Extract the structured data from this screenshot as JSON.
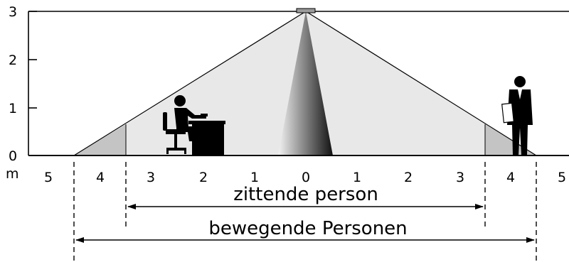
{
  "y_axis": {
    "ticks": [
      "0",
      "1",
      "2",
      "3"
    ],
    "unit": "m"
  },
  "x_axis": {
    "ticks": [
      "5",
      "4",
      "3",
      "2",
      "1",
      "0",
      "1",
      "2",
      "3",
      "4",
      "5"
    ]
  },
  "ranges": {
    "seated": {
      "label": "zittende person",
      "radius_m": 3.5
    },
    "moving": {
      "label": "bewegende Personen",
      "radius_m": 4.5
    }
  },
  "sensor_mount_height_m": 3,
  "colors": {
    "outer_zone": "#c4c4c4",
    "inner_zone": "#e8e8e8",
    "line": "#000000"
  }
}
